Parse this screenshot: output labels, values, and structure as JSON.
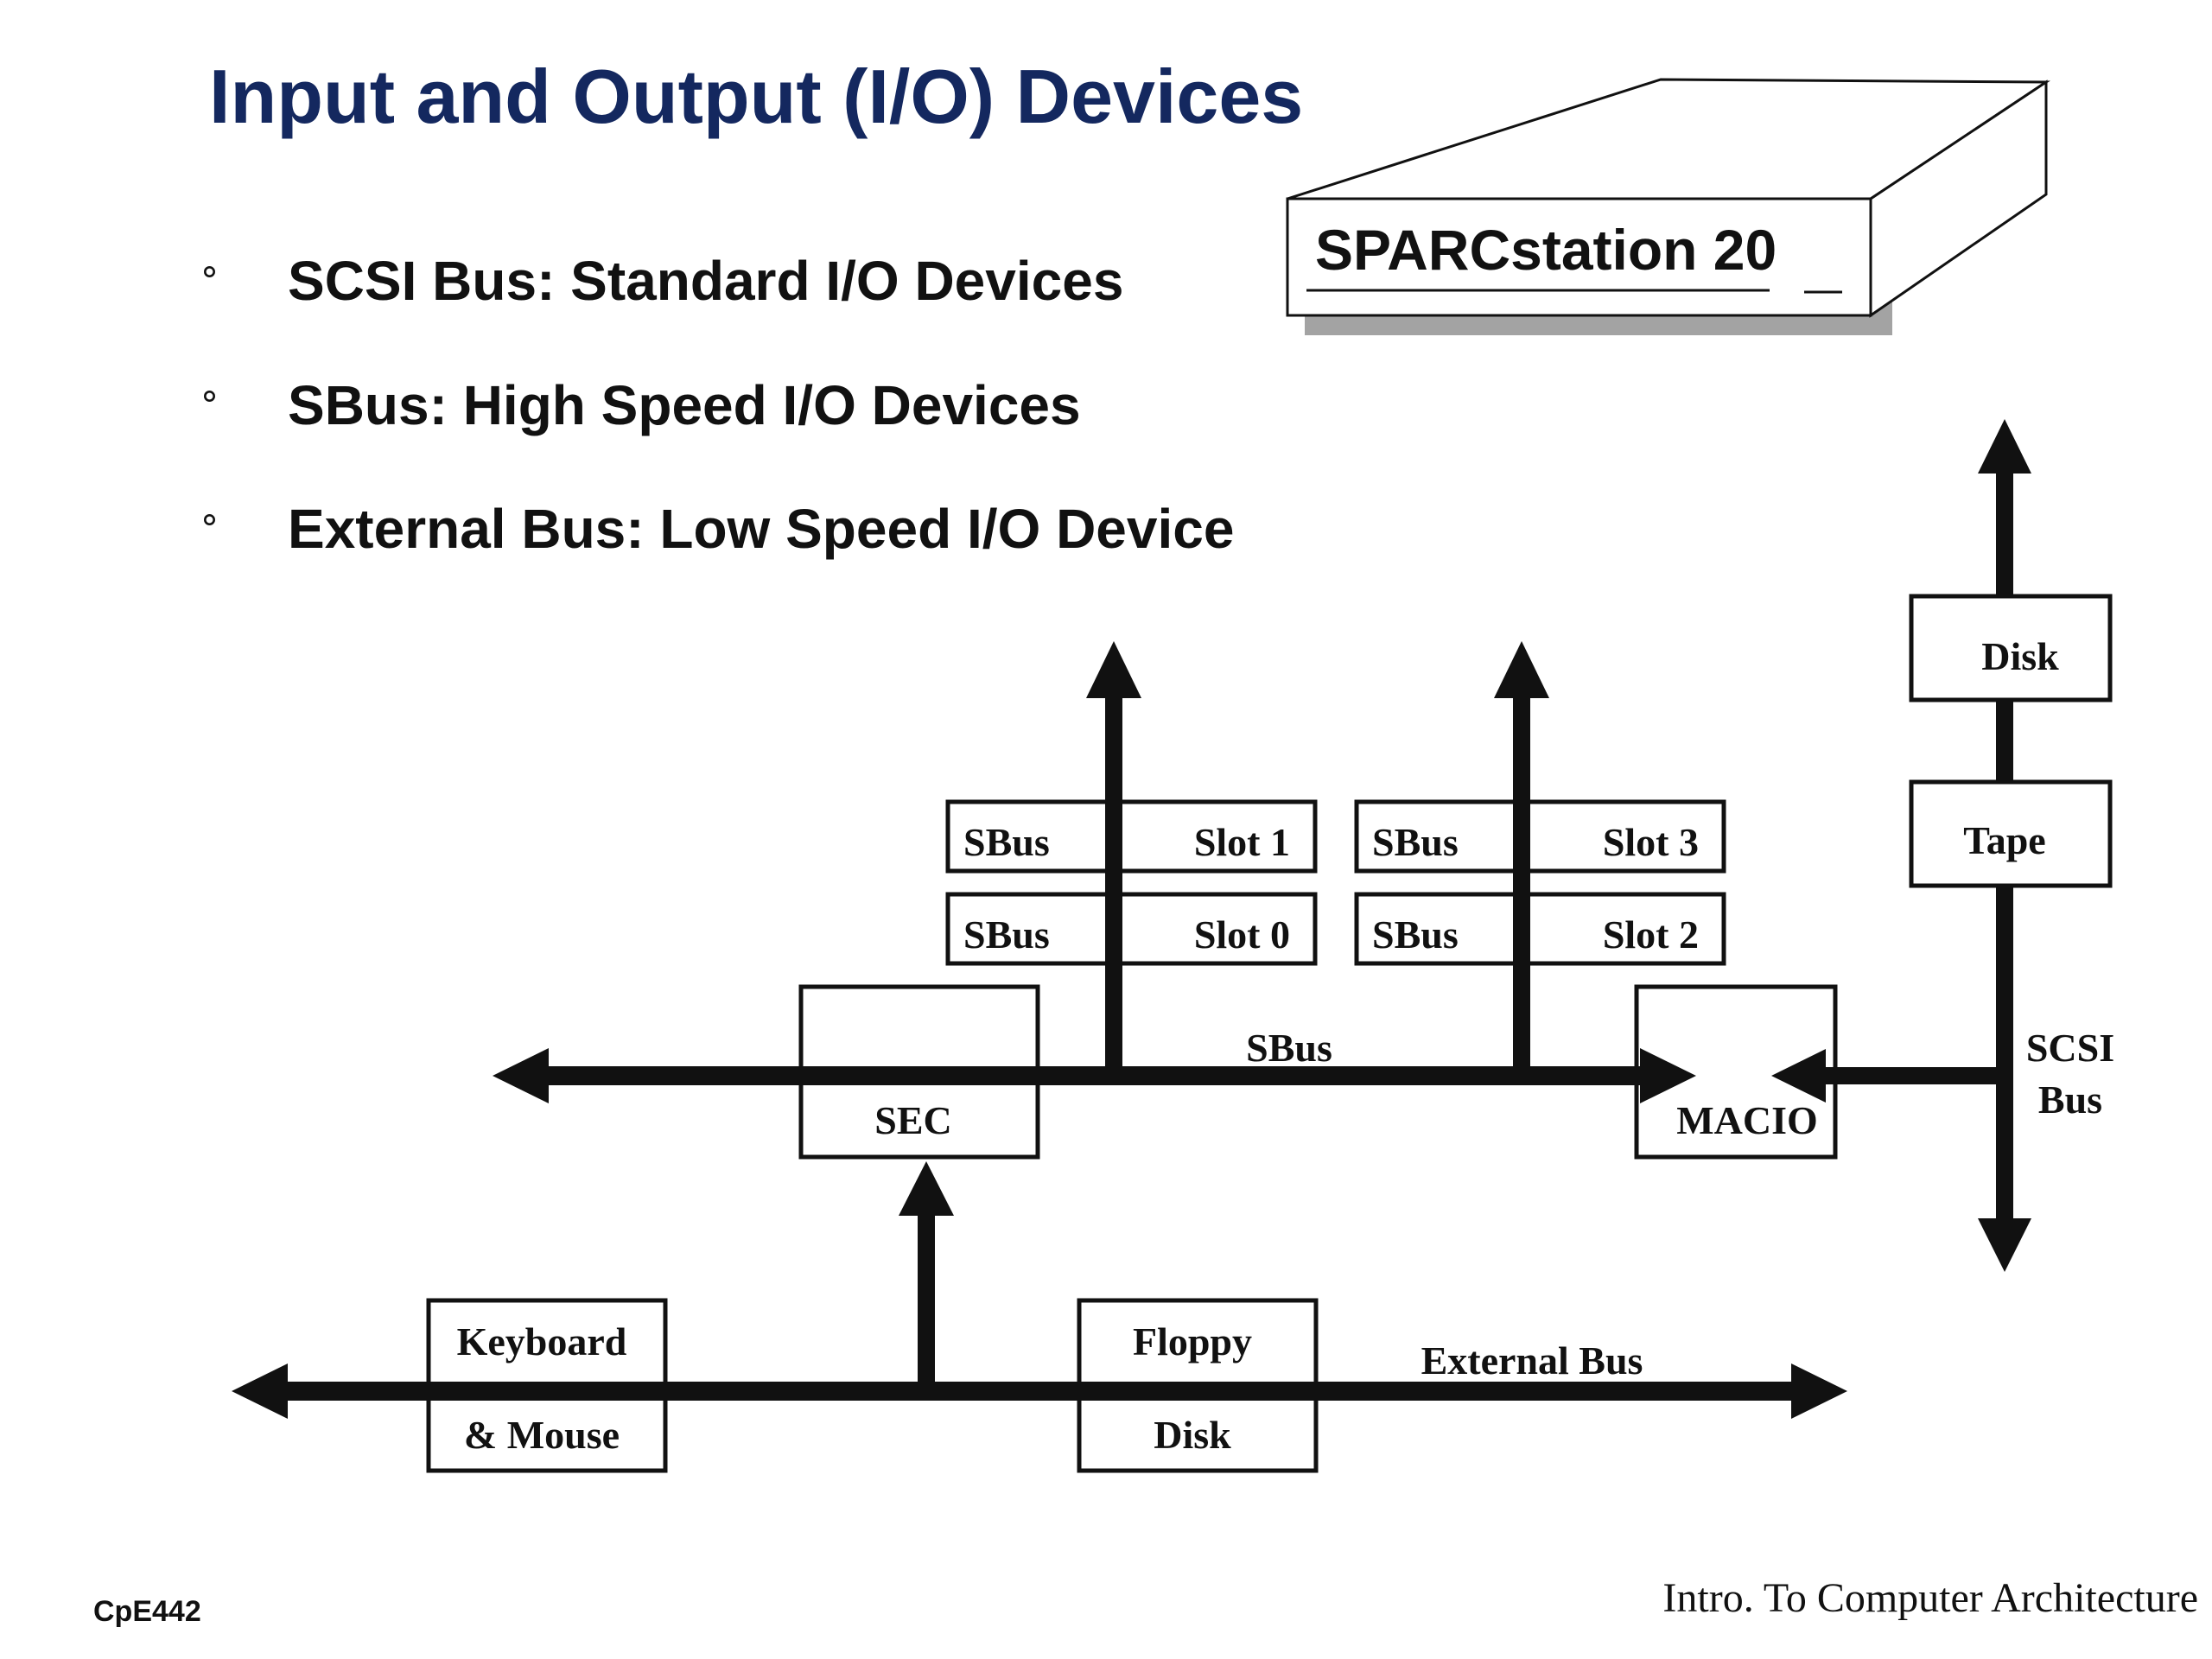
{
  "slide": {
    "title": "Input and Output (I/O) Devices",
    "bullets": [
      {
        "marker": "°",
        "text": "SCSI Bus: Standard I/O Devices"
      },
      {
        "marker": "°",
        "text": "SBus: High Speed I/O Devices"
      },
      {
        "marker": "°",
        "text": "External Bus: Low Speed I/O Device"
      }
    ],
    "footer_left": "CpE442",
    "footer_right": "Intro. To Computer Architecture"
  },
  "diagram": {
    "workstation_label": "SPARCstation 20",
    "sbus_slots": [
      {
        "bus": "SBus",
        "slot": "Slot 1"
      },
      {
        "bus": "SBus",
        "slot": "Slot 0"
      },
      {
        "bus": "SBus",
        "slot": "Slot 3"
      },
      {
        "bus": "SBus",
        "slot": "Slot 2"
      }
    ],
    "sec_label": "SEC",
    "macio_label": "MACIO",
    "sbus_label": "SBus",
    "scsi_bus_label": [
      "SCSI",
      "Bus"
    ],
    "scsi_devices": [
      "Disk",
      "Tape"
    ],
    "keyboard_label": [
      "Keyboard",
      "& Mouse"
    ],
    "floppy_label": [
      "Floppy",
      "Disk"
    ],
    "external_bus_label": "External Bus"
  }
}
